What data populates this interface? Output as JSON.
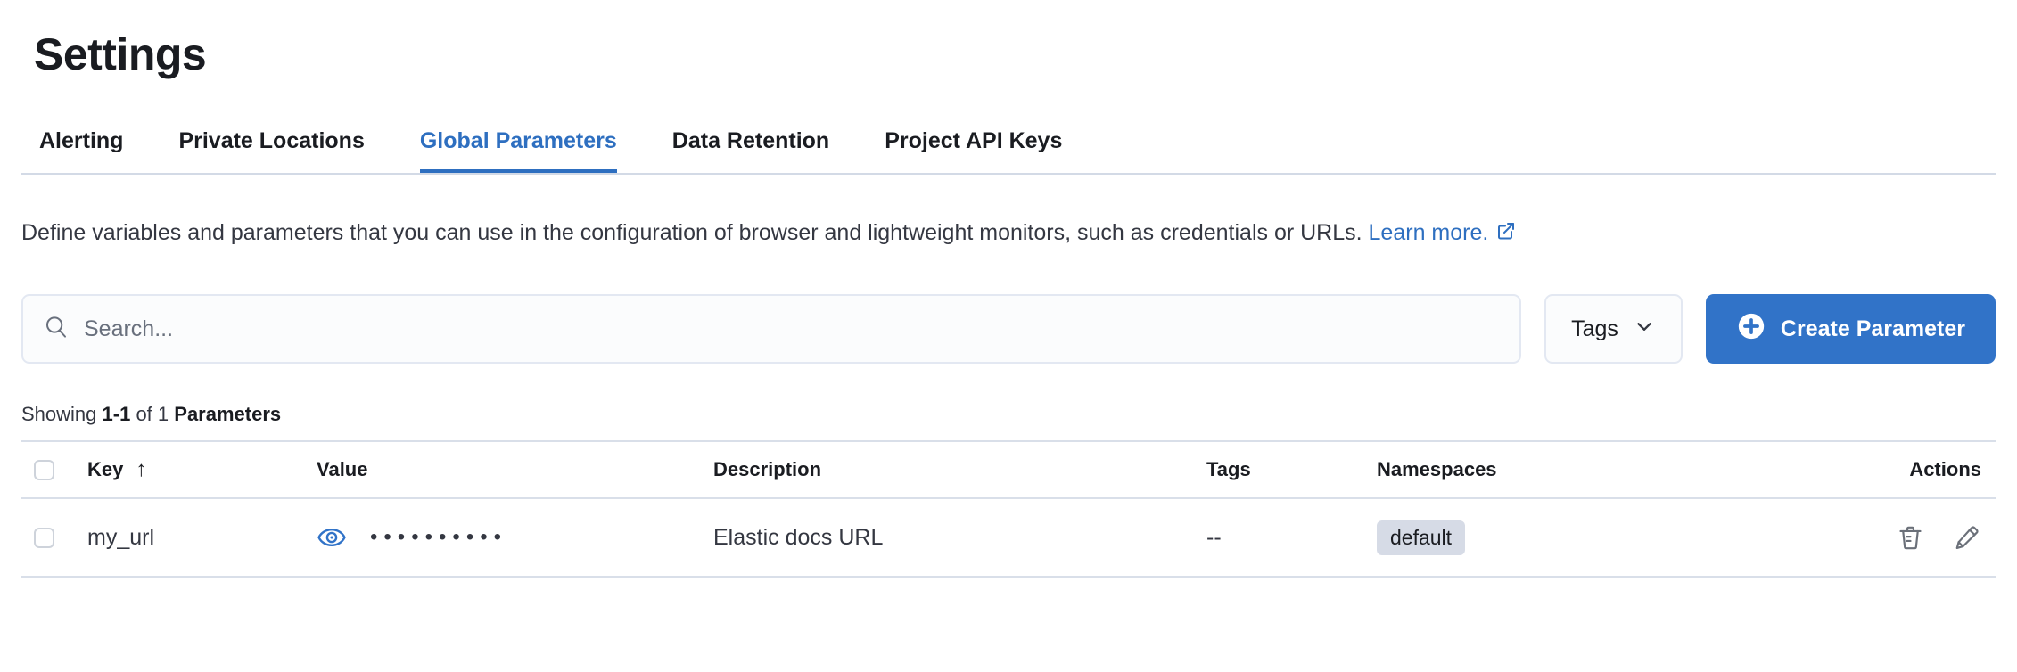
{
  "page": {
    "title": "Settings"
  },
  "tabs": [
    {
      "label": "Alerting",
      "active": false
    },
    {
      "label": "Private Locations",
      "active": false
    },
    {
      "label": "Global Parameters",
      "active": true
    },
    {
      "label": "Data Retention",
      "active": false
    },
    {
      "label": "Project API Keys",
      "active": false
    }
  ],
  "description": {
    "text": "Define variables and parameters that you can use in the configuration of browser and lightweight monitors, such as credentials or URLs.",
    "link_label": "Learn more."
  },
  "toolbar": {
    "search_placeholder": "Search...",
    "tags_label": "Tags",
    "create_label": "Create Parameter"
  },
  "summary": {
    "showing": "Showing",
    "range": "1-1",
    "of": "of 1",
    "entity": "Parameters"
  },
  "table": {
    "columns": [
      "Key",
      "Value",
      "Description",
      "Tags",
      "Namespaces",
      "Actions"
    ],
    "sort": {
      "column": "Key",
      "direction": "ascending",
      "arrow": "↑"
    },
    "rows": [
      {
        "key": "my_url",
        "value_mask": "••••••••••",
        "value_hidden": true,
        "description": "Elastic docs URL",
        "tags": "--",
        "namespaces": [
          "default"
        ]
      }
    ]
  },
  "icons": {
    "search": "magnifier",
    "chevron_down": "caret",
    "plus_in_circle": "plus",
    "external_link": "popout",
    "eye": "reveal-value",
    "trash": "delete",
    "pencil": "edit"
  },
  "colors": {
    "accent_blue": "#2e6fc0",
    "button_blue": "#3173c8",
    "divider": "#d9dfe9",
    "badge_bg": "#d6dbe6",
    "muted_text": "#69707d",
    "heading_text": "#1a1c21",
    "body_text": "#343741"
  }
}
